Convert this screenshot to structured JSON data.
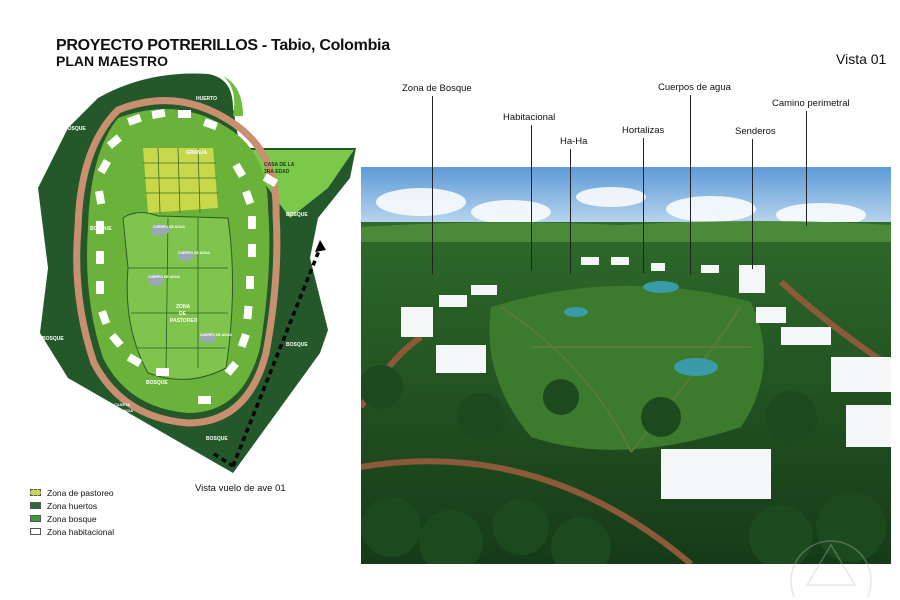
{
  "header": {
    "title": "PROYECTO POTRERILLOS - Tabio, Colombia",
    "subtitle": "PLAN MAESTRO",
    "view_label": "Vista 01"
  },
  "plan": {
    "zone_labels": {
      "bosque_nw": "BOSQUE",
      "huerto": "HUERTO",
      "granja": "GRANJA",
      "casa_tercera_edad_1": "CASA DE LA",
      "casa_tercera_edad_2": "3RA EDAD",
      "bosque_e": "BOSQUE",
      "bosque_w": "BOSQUE",
      "cuerpo_agua_1": "CUERPO DE AGUA",
      "cuerpo_agua_2": "CUERPO DE AGUA",
      "cuerpo_agua_3": "CUERPO DE AGUA",
      "zona_pastoreo_1": "ZONA",
      "zona_pastoreo_2": "DE",
      "zona_pastoreo_3": "PASTOREO",
      "cuerpo_agua_4": "CUERPO DE AGUA",
      "bosque_sw": "BOSQUE",
      "bosque_se": "BOSQUE",
      "bosque_s": "BOSQUE",
      "bosque_s2": "BOSQUE",
      "caseta_1": "CASETA",
      "caseta_2": "VIGILANCIA"
    },
    "flight_label": "Vista vuelo de ave 01"
  },
  "legend": {
    "items": [
      {
        "label": "Zona de pastoreo",
        "color": "#c9d84a"
      },
      {
        "label": "Zona huertos",
        "color": "#2f6b3a"
      },
      {
        "label": "Zona bosque",
        "color": "#3d9a3a"
      },
      {
        "label": "Zona habitacional",
        "color": "#ffffff"
      }
    ]
  },
  "render": {
    "callouts": {
      "bosque": "Zona de Bosque",
      "habitacional": "Habitacional",
      "haha": "Ha-Ha",
      "hortalizas": "Hortalizas",
      "agua": "Cuerpos de agua",
      "senderos": "Senderos",
      "camino": "Camino perimetral"
    }
  },
  "colors": {
    "forest_dark": "#1f4d22",
    "forest": "#2f7a30",
    "grass": "#6dbb3f",
    "path": "#b07a55",
    "water": "#3a9aa8",
    "sky": "#7fb3e0"
  }
}
